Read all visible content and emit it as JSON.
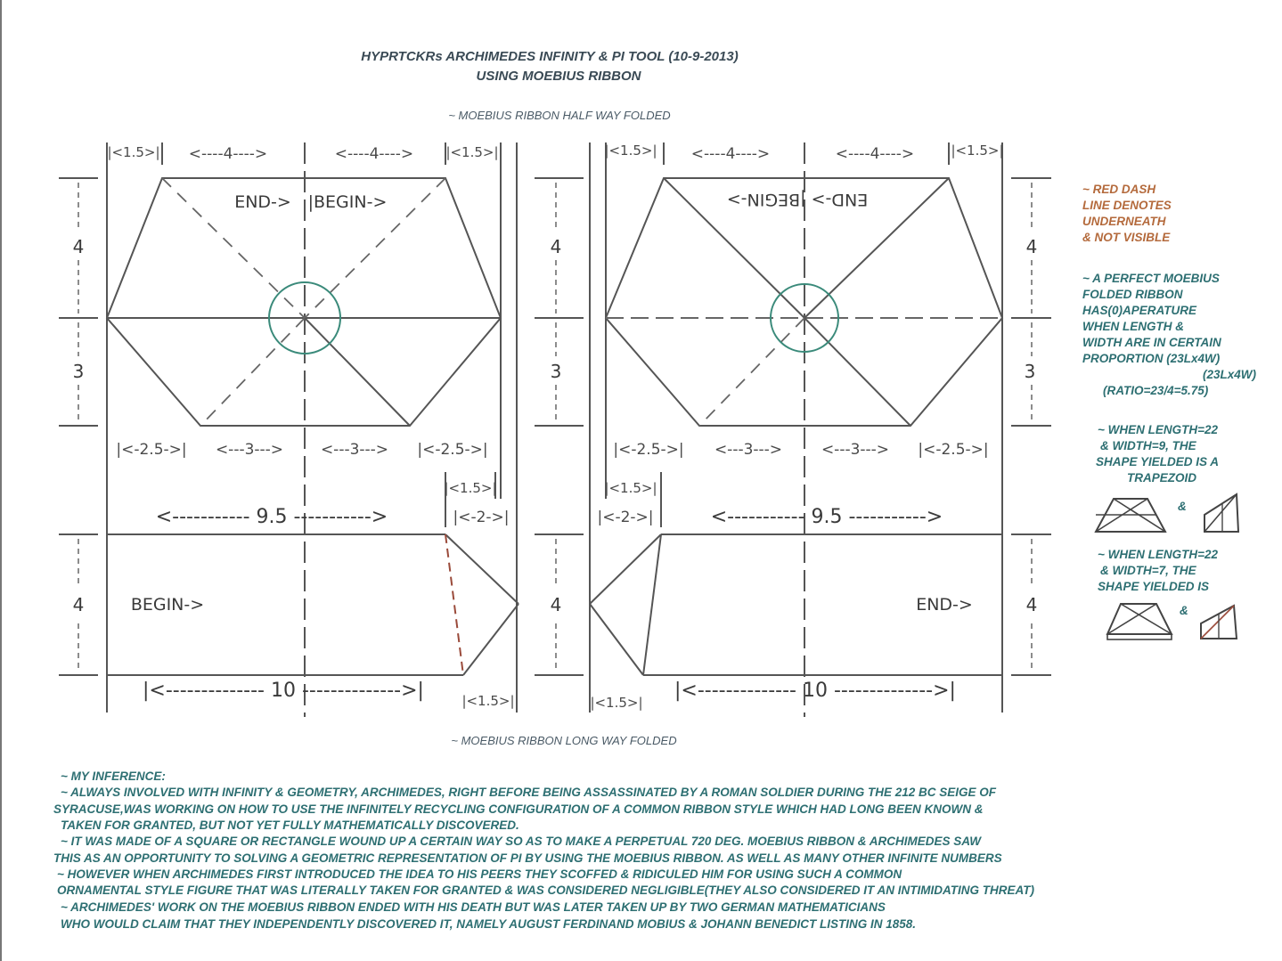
{
  "title": {
    "line1": "HYPRTCKRs ARCHIMEDES INFINITY & PI TOOL (10-9-2013)",
    "line2": "USING MOEBIUS RIBBON"
  },
  "captions": {
    "top": "~ MOEBIUS RIBBON HALF WAY FOLDED",
    "bottom": "~ MOEBIUS RIBBON LONG WAY FOLDED"
  },
  "left_top": {
    "dims_top": [
      "|<1.5>|",
      "<----4---->",
      "<----4---->",
      "|<1.5>|"
    ],
    "label_end": "END->",
    "label_begin": "|BEGIN->",
    "side_upper": "4",
    "side_lower": "3",
    "dims_bottom": [
      "|<-2.5->|",
      "<---3--->",
      "<---3--->",
      "|<-2.5->|"
    ]
  },
  "right_top": {
    "dims_top": [
      "|<1.5>|",
      "<----4---->",
      "<----4---->",
      "|<1.5>|"
    ],
    "label_mirrored": "END-> |BEGIN->",
    "side_upper": "4",
    "side_lower": "3",
    "dims_bottom": [
      "|<-2.5->|",
      "<---3--->",
      "<---3--->",
      "|<-2.5->|"
    ]
  },
  "left_bottom": {
    "dim_small": "|<1.5>|",
    "dim_long": "<----------- 9.5 ----------->",
    "dim_two": "|<-2->|",
    "side": "4",
    "label": "BEGIN->",
    "dim_bottom": "|<-------------- 10 -------------->|",
    "dim_bottom_small": "|<1.5>|"
  },
  "right_bottom": {
    "dim_small": "|<1.5>|",
    "dim_long": "<----------- 9.5 ----------->",
    "dim_two": "|<-2->|",
    "side": "4",
    "label": "END->",
    "dim_bottom": "|<-------------- 10 -------------->|",
    "dim_bottom_small": "|<1.5>|"
  },
  "side_notes": {
    "red_note": [
      "~ RED DASH",
      "LINE DENOTES",
      "UNDERNEATH",
      "& NOT VISIBLE"
    ],
    "perfect_note": [
      "~ A PERFECT MOEBIUS",
      "FOLDED RIBBON",
      "HAS(0)APERATURE",
      "WHEN LENGTH &",
      "WIDTH ARE IN CERTAIN",
      "PROPORTION (23Lx4W)",
      "(23Lx4W)",
      "(RATIO=23/4=5.75)"
    ],
    "trap_note": [
      "~ WHEN LENGTH=22",
      "& WIDTH=9, THE",
      "SHAPE YIELDED IS A",
      "TRAPEZOID"
    ],
    "shape_note": [
      "~ WHEN LENGTH=22",
      "& WIDTH=7, THE",
      "SHAPE YIELDED IS"
    ],
    "amp": "&"
  },
  "inference": [
    "~ MY INFERENCE:",
    "~ ALWAYS INVOLVED WITH INFINITY & GEOMETRY, ARCHIMEDES, RIGHT BEFORE BEING ASSASSINATED BY A ROMAN SOLDIER DURING THE 212 BC SEIGE OF",
    "SYRACUSE,WAS WORKING ON HOW TO USE THE INFINITELY RECYCLING CONFIGURATION OF A COMMON RIBBON STYLE WHICH HAD LONG BEEN KNOWN &",
    "TAKEN FOR GRANTED, BUT NOT YET FULLY MATHEMATICALLY DISCOVERED.",
    "~ IT WAS MADE OF A SQUARE OR RECTANGLE WOUND UP A CERTAIN WAY SO AS TO MAKE A PERPETUAL 720 DEG. MOEBIUS RIBBON & ARCHIMEDES SAW",
    "THIS AS AN OPPORTUNITY TO SOLVING A GEOMETRIC REPRESENTATION OF PI BY USING THE MOEBIUS RIBBON. AS WELL AS MANY OTHER INFINITE NUMBERS",
    "~ HOWEVER WHEN ARCHIMEDES FIRST INTRODUCED THE IDEA TO HIS PEERS THEY SCOFFED & RIDICULED HIM FOR USING SUCH A COMMON",
    "ORNAMENTAL STYLE FIGURE THAT WAS LITERALLY TAKEN FOR GRANTED & WAS CONSIDERED NEGLIGIBLE(THEY ALSO CONSIDERED IT AN INTIMIDATING THREAT)",
    "~ ARCHIMEDES' WORK ON THE MOEBIUS RIBBON ENDED WITH HIS DEATH BUT WAS LATER TAKEN UP BY TWO GERMAN MATHEMATICIANS",
    "WHO WOULD CLAIM THAT THEY INDEPENDENTLY DISCOVERED IT, NAMELY AUGUST FERDINAND MOBIUS & JOHANN BENEDICT LISTING IN 1858."
  ],
  "colors": {
    "note_teal": "#2d6f72",
    "note_red": "#b46a3c",
    "circle": "#3a8a7a",
    "line": "#555555"
  }
}
